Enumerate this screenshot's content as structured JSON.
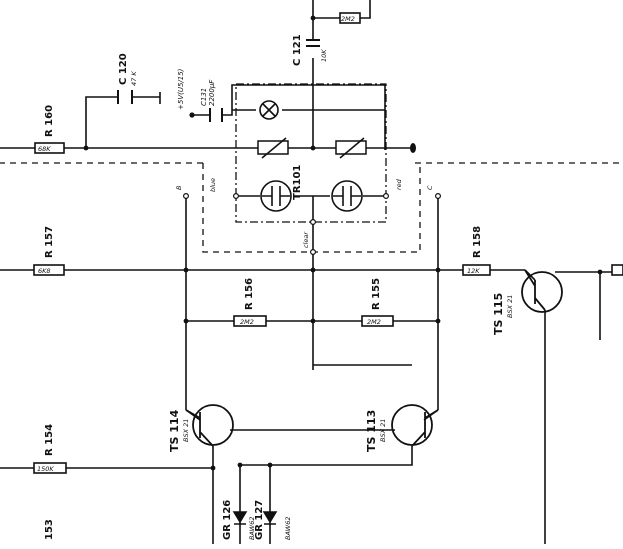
{
  "components": {
    "r160": {
      "ref": "R 160",
      "value": "68K"
    },
    "c120": {
      "ref": "C 120",
      "value": "47 K"
    },
    "c131": {
      "ref": "C131",
      "value": "2200µF"
    },
    "supply": {
      "label": "+5V(U5/15)"
    },
    "c121": {
      "ref": "C 121",
      "value": "10K"
    },
    "r159": {
      "value": "2M2"
    },
    "tr101": {
      "ref": "TR101"
    },
    "r157": {
      "ref": "R 157",
      "value": "6K8"
    },
    "r158": {
      "ref": "R 158",
      "value": "12K"
    },
    "r156": {
      "ref": "R 156",
      "value": "2M2"
    },
    "r155": {
      "ref": "R 155",
      "value": "2M2"
    },
    "ts115": {
      "ref": "TS 115",
      "type": "BSX 21"
    },
    "ts114": {
      "ref": "TS 114",
      "type": "BSX 21"
    },
    "ts113": {
      "ref": "TS 113",
      "type": "BSX 21"
    },
    "r154": {
      "ref": "R 154",
      "value": "150K"
    },
    "gr126": {
      "ref": "GR 126",
      "type": "BAW62"
    },
    "gr127": {
      "ref": "GR 127",
      "type": "BAW62"
    },
    "r153": {
      "ref": "153"
    }
  },
  "nodes": {
    "b": "B",
    "c": "C"
  },
  "wires": {
    "blue": "blue",
    "red": "red",
    "clear": "clear"
  }
}
